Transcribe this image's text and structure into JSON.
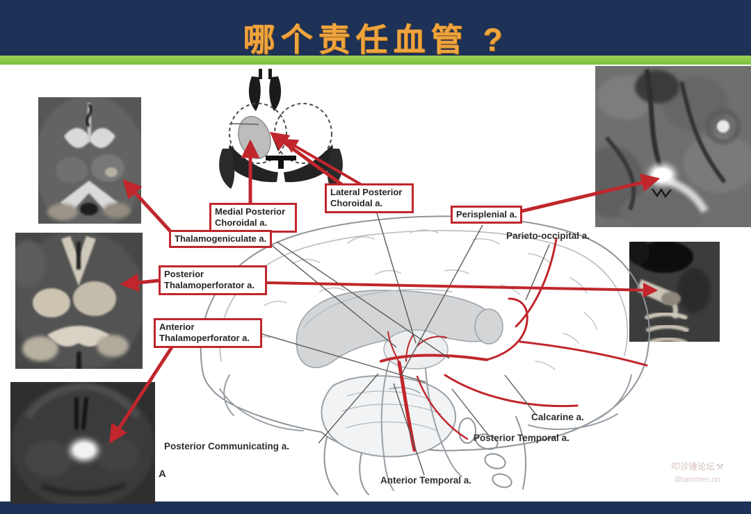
{
  "slide": {
    "title": "哪个责任血管 ?",
    "figure_label": "A"
  },
  "labels": {
    "boxed": [
      {
        "id": "medial-posterior-choroidal",
        "text": "Medial Posterior Choroidal a."
      },
      {
        "id": "lateral-posterior-choroidal",
        "text": "Lateral Posterior Choroidal a."
      },
      {
        "id": "thalamogeniculate",
        "text": "Thalamogeniculate a."
      },
      {
        "id": "perisplenial",
        "text": "Perisplenial a."
      },
      {
        "id": "posterior-thalamoperforator",
        "text": "Posterior Thalamoperforator a."
      },
      {
        "id": "anterior-thalamoperforator",
        "text": "Anterior Thalamoperforator a."
      }
    ],
    "plain": [
      {
        "id": "parieto-occipital",
        "text": "Parieto-occipital a."
      },
      {
        "id": "calcarine",
        "text": "Calcarine a."
      },
      {
        "id": "posterior-temporal",
        "text": "Posterior Temporal a."
      },
      {
        "id": "posterior-communicating",
        "text": "Posterior Communicating a."
      },
      {
        "id": "anterior-temporal",
        "text": "Anterior Temporal a."
      }
    ]
  },
  "watermark": {
    "line1": "叩诊锤论坛",
    "line2": "ithammer.cn"
  },
  "colors": {
    "banner_navy": "#1e3156",
    "stripe_green": "#82c341",
    "title_orange": "#f0a43e",
    "arrow_red": "#c0262c"
  }
}
